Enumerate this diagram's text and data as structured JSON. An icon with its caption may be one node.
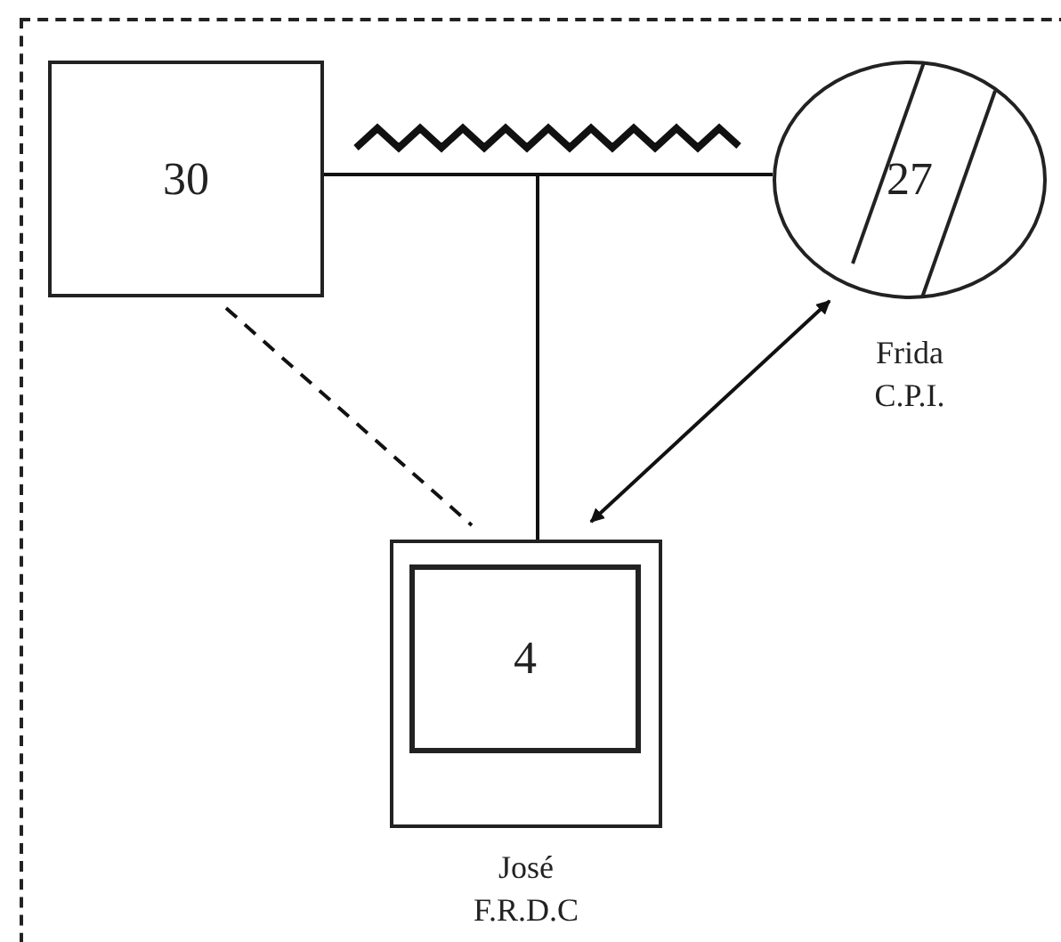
{
  "diagram": {
    "nodes": [
      {
        "text": [],
        "shape": "box"
      },
      {
        "text": [
          "30"
        ],
        "in": 0
      },
      {
        "text": [
          "27"
        ],
        "in": 0,
        "beside": [
          "Frida",
          "C.P.I."
        ]
      },
      {
        "text": [
          "4"
        ],
        "in": 0,
        "beside": [
          "José",
          "F.R.D.C"
        ]
      }
    ],
    "edges": [
      {
        "from": 1,
        "to": 2,
        "arrow": "none"
      },
      {
        "from": 1,
        "to": 3,
        "arrow": "none"
      },
      {
        "from": 2,
        "to": 3,
        "arrow": "none"
      },
      {
        "from": 1,
        "to": 3,
        "arrow": "none",
        "style": "dashed"
      },
      {
        "from": 2,
        "to": 3,
        "arrow": "both"
      }
    ]
  }
}
